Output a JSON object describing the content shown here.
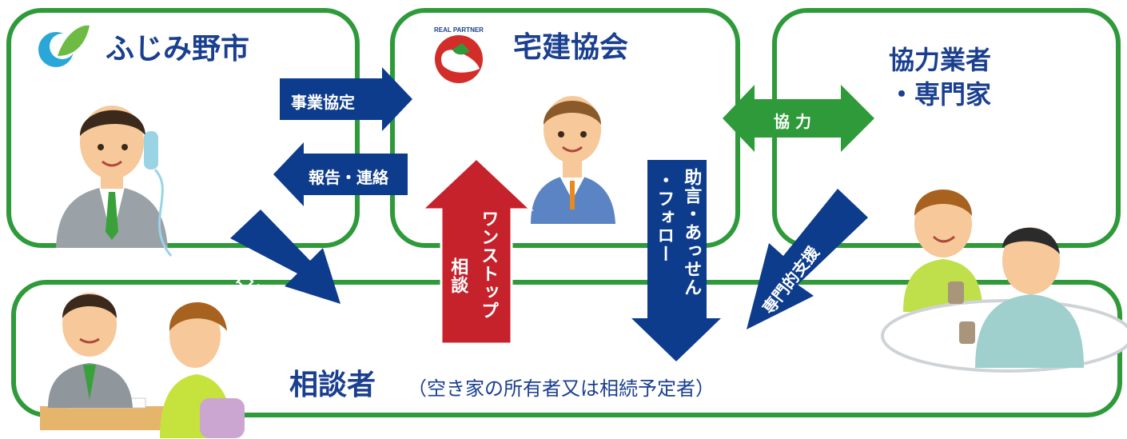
{
  "boxes": [
    {
      "name": "ふじみ野市"
    },
    {
      "name": "宅建協会",
      "logo_text": "REAL PARTNER"
    },
    {
      "name": "協力業者\n・専門家"
    },
    {
      "name": "相談者",
      "sub": "（空き家の所有者又は相続予定者）"
    }
  ],
  "arrows": {
    "agreement": "事業協定",
    "report": "報告・連絡",
    "refer": "窓口紹介",
    "onestop_a": "ワンストップ",
    "onestop_b": "相談",
    "advice_a": "助言・あっせん",
    "advice_b": "・フォロー",
    "coop": "協 力",
    "expert": "専門的支援"
  },
  "colors": {
    "green": "#2e9a3a",
    "navy": "#0d3c8c",
    "red": "#c6222c"
  }
}
